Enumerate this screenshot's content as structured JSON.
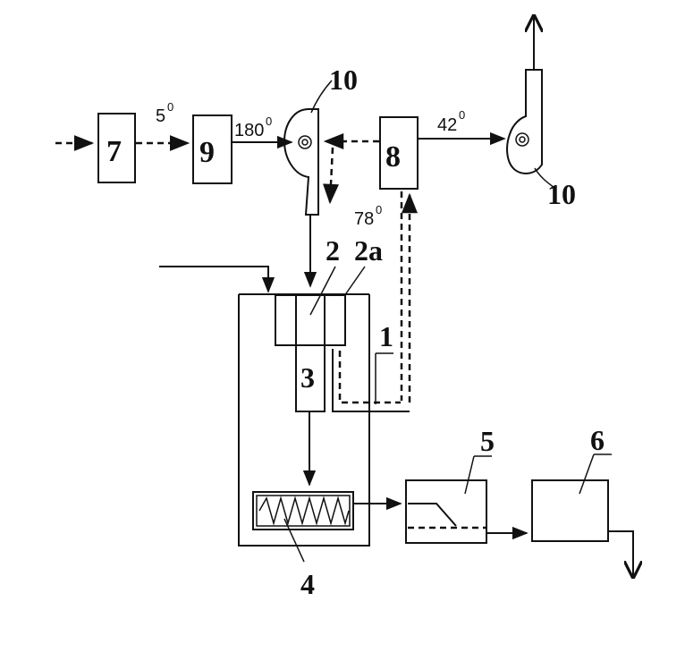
{
  "labels": {
    "unit_7": "7",
    "unit_9": "9",
    "unit_8": "8",
    "fan_10_top": "10",
    "fan_10_right": "10",
    "unit_2": "2",
    "unit_2a": "2a",
    "unit_1": "1",
    "unit_3": "3",
    "unit_4": "4",
    "unit_5": "5",
    "unit_6": "6"
  },
  "temperatures": {
    "t1_value": "5",
    "t1_unit": "0",
    "t2_value": "180",
    "t2_unit": "0",
    "t3_value": "42",
    "t3_unit": "0",
    "t4_value": "78",
    "t4_unit": "0"
  }
}
